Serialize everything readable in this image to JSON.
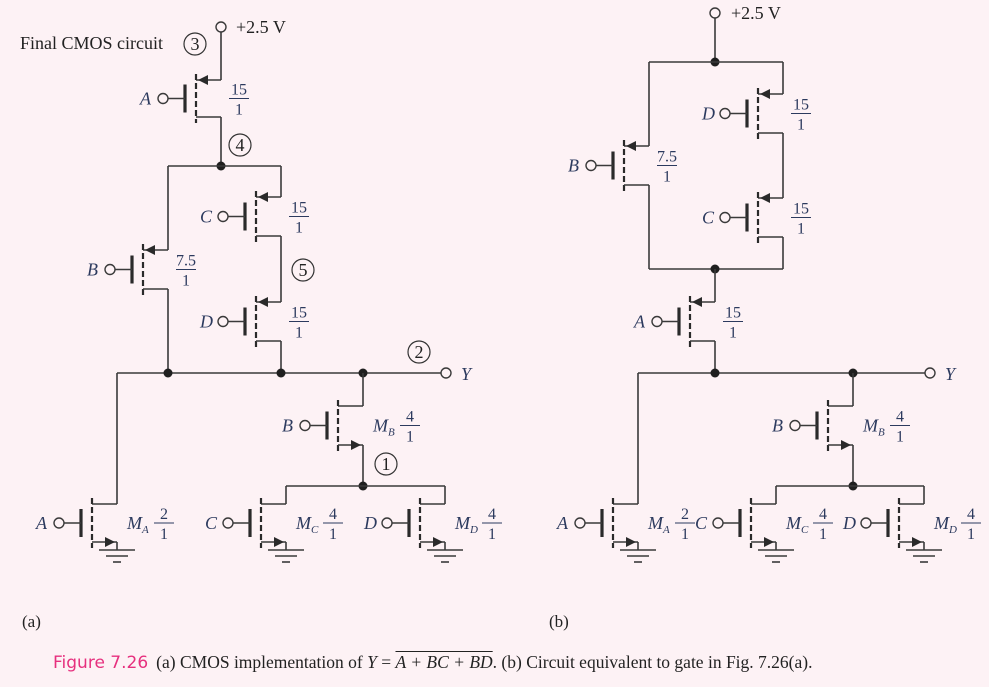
{
  "figure": {
    "number_label": "Figure 7.26",
    "caption_part1": "(a) CMOS implementation of",
    "caption_y": "Y",
    "caption_eq": "=",
    "caption_expr": "A + BC + BD",
    "caption_part2": ". (b) Circuit equivalent to gate in Fig. 7.26(a).",
    "accent_color": "#e6307e"
  },
  "panel_a": {
    "label": "(a)",
    "title": "Final CMOS circuit",
    "supply": "+2.5 V",
    "output": "Y",
    "nodes": [
      "1",
      "2",
      "3",
      "4",
      "5"
    ],
    "pmos": [
      {
        "gate": "A",
        "ratio_num": "15",
        "ratio_den": "1"
      },
      {
        "gate": "B",
        "ratio_num": "7.5",
        "ratio_den": "1"
      },
      {
        "gate": "C",
        "ratio_num": "15",
        "ratio_den": "1"
      },
      {
        "gate": "D",
        "ratio_num": "15",
        "ratio_den": "1"
      }
    ],
    "nmos": [
      {
        "gate": "B",
        "name": "M",
        "sub": "B",
        "ratio_num": "4",
        "ratio_den": "1"
      },
      {
        "gate": "A",
        "name": "M",
        "sub": "A",
        "ratio_num": "2",
        "ratio_den": "1"
      },
      {
        "gate": "C",
        "name": "M",
        "sub": "C",
        "ratio_num": "4",
        "ratio_den": "1"
      },
      {
        "gate": "D",
        "name": "M",
        "sub": "D",
        "ratio_num": "4",
        "ratio_den": "1"
      }
    ]
  },
  "panel_b": {
    "label": "(b)",
    "supply": "+2.5 V",
    "output": "Y",
    "pmos": [
      {
        "gate": "D",
        "ratio_num": "15",
        "ratio_den": "1"
      },
      {
        "gate": "B",
        "ratio_num": "7.5",
        "ratio_den": "1"
      },
      {
        "gate": "C",
        "ratio_num": "15",
        "ratio_den": "1"
      },
      {
        "gate": "A",
        "ratio_num": "15",
        "ratio_den": "1"
      }
    ],
    "nmos": [
      {
        "gate": "B",
        "name": "M",
        "sub": "B",
        "ratio_num": "4",
        "ratio_den": "1"
      },
      {
        "gate": "A",
        "name": "M",
        "sub": "A",
        "ratio_num": "2",
        "ratio_den": "1"
      },
      {
        "gate": "C",
        "name": "M",
        "sub": "C",
        "ratio_num": "4",
        "ratio_den": "1"
      },
      {
        "gate": "D",
        "name": "M",
        "sub": "D",
        "ratio_num": "4",
        "ratio_den": "1"
      }
    ]
  }
}
